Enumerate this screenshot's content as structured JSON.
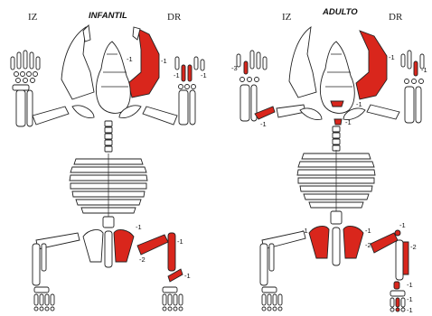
{
  "colors": {
    "affected": "#d9261c",
    "bone": "#ffffff",
    "outline": "#222222"
  },
  "panels": [
    {
      "title": "INFANTIL",
      "left_label": "IZ",
      "right_label": "DR",
      "annotations": {
        "skull_mandible": "-1",
        "skull_maxilla": "-1",
        "right_wrist_a": "-1",
        "right_wrist_b": "-1",
        "right_ilium": "-1",
        "right_femur": "-2",
        "right_tibia": "-1",
        "right_fibula": "-1"
      }
    },
    {
      "title": "ADULTO",
      "left_label": "IZ",
      "right_label": "DR",
      "annotations": {
        "left_hand": "-3",
        "right_hand": "-1",
        "right_mandible": "-1",
        "skull_base": "-1",
        "left_clavicle": "-1",
        "sternum": "-1",
        "left_ilium": "-1",
        "right_ilium": "-1",
        "right_femur": "-2",
        "right_patella": "-1",
        "right_tibia": "-2",
        "right_foot_a": "-1",
        "right_foot_b": "-1",
        "right_foot_c": "-1"
      }
    }
  ]
}
